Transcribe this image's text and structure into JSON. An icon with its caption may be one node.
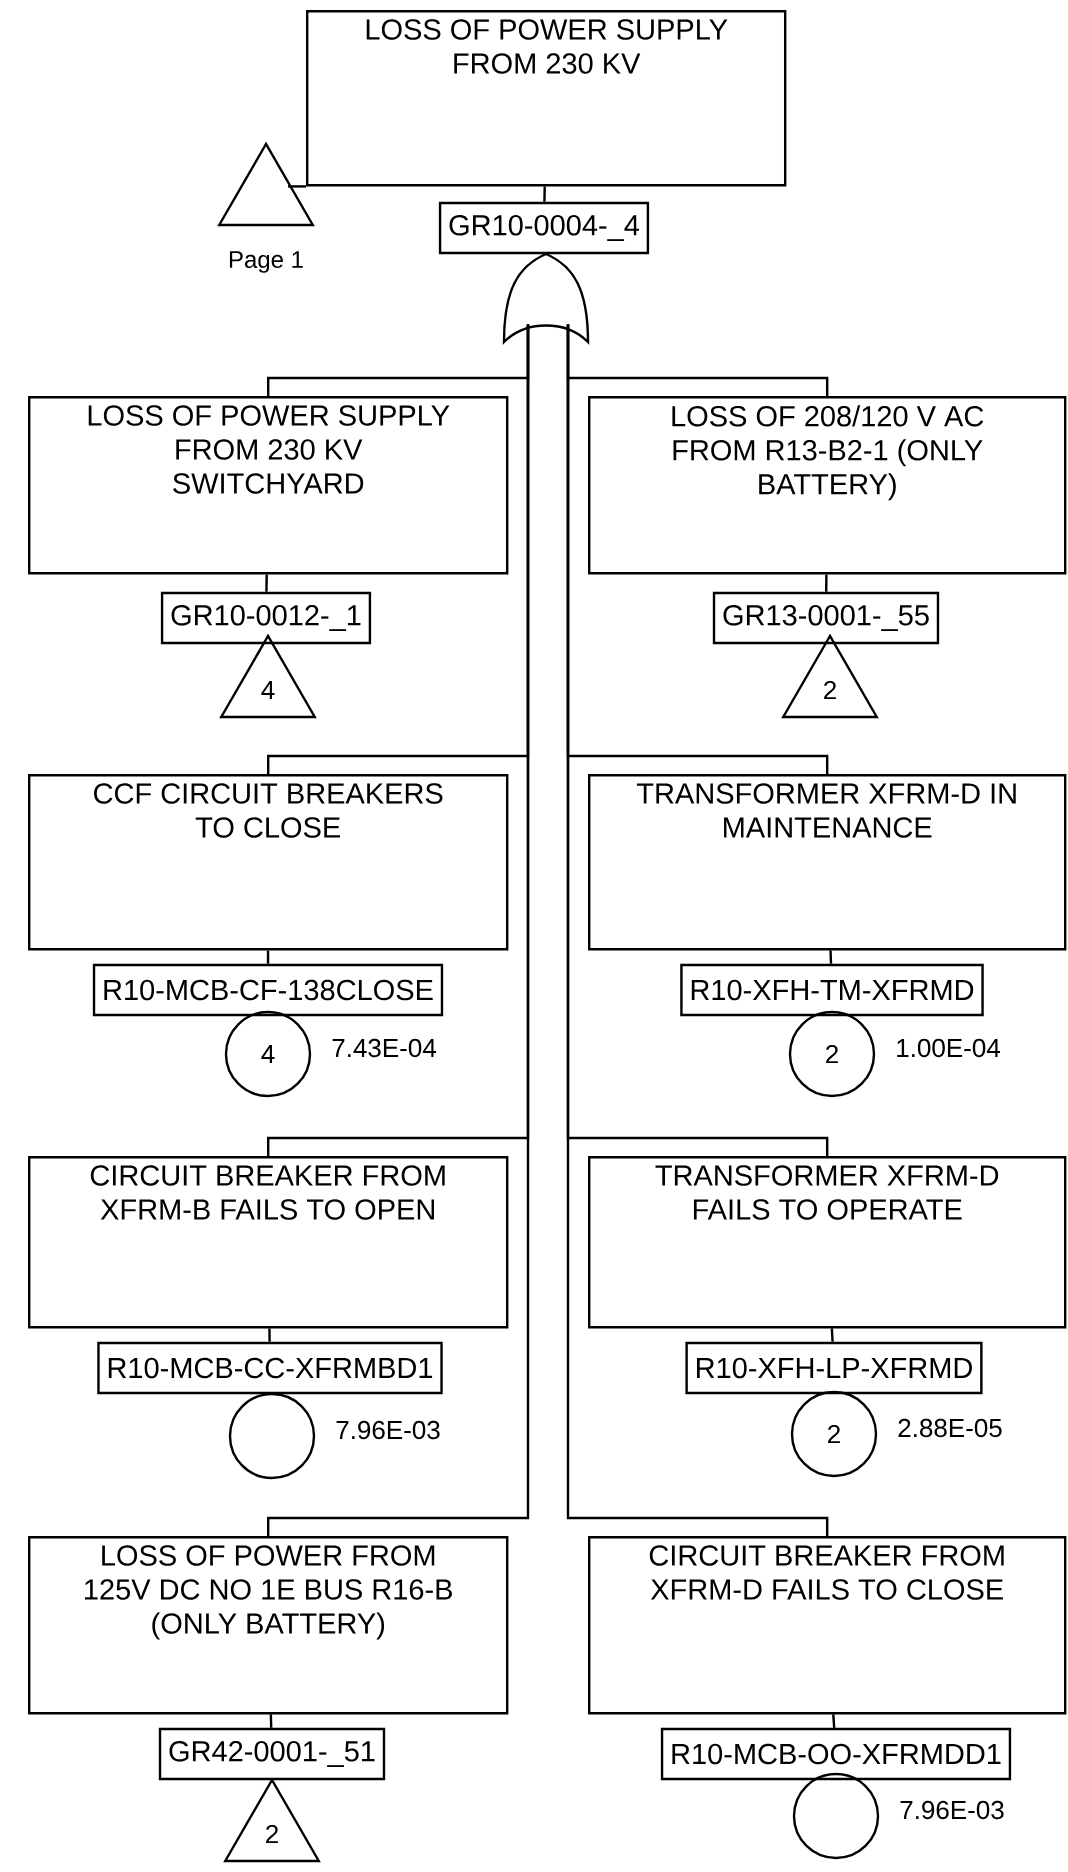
{
  "diagram": {
    "nodes": [
      {
        "text": [
          "LOSS OF POWER SUPPLY FROM 230 KV"
        ]
      },
      {
        "text": [],
        "shape": "triangle",
        "beside": [
          "Page 1"
        ]
      },
      {
        "text": [
          "GR10-0004-_4"
        ]
      },
      {
        "text": [],
        "shape": "gate"
      },
      {
        "text": [
          "LOSS OF POWER SUPPLY FROM 230 KV SWITCHYARD"
        ]
      },
      {
        "text": [
          "GR10-0012-_1"
        ]
      },
      {
        "text": [
          "4"
        ]
      },
      {
        "text": [
          "LOSS OF 208/120 V AC FROM R13-B2-1 (ONLY BATTERY)"
        ]
      },
      {
        "text": [
          "GR13-0001-_55"
        ]
      },
      {
        "text": [
          "2"
        ]
      },
      {
        "text": [
          "CCF CIRCUIT BREAKERS TO CLOSE"
        ]
      },
      {
        "text": [
          "R10-MCB-CF-138CLOSE"
        ]
      },
      {
        "text": [
          "4"
        ],
        "beside": [
          "7.43E-04"
        ]
      },
      {
        "text": [
          "TRANSFORMER XFRM-D IN MAINTENANCE"
        ]
      },
      {
        "text": [
          "R10-XFH-TM-XFRMD"
        ]
      },
      {
        "text": [
          "2"
        ],
        "beside": [
          "1.00E-04"
        ]
      },
      {
        "text": [
          "CIRCUIT BREAKER FROM XFRM-B FAILS TO OPEN"
        ]
      },
      {
        "text": [
          "R10-MCB-CC-XFRMBD1"
        ]
      },
      {
        "text": [],
        "shape": "circle",
        "beside": [
          "7.96E-03"
        ]
      },
      {
        "text": [
          "TRANSFORMER XFRM-D FAILS TO OPERATE"
        ]
      },
      {
        "text": [
          "R10-XFH-LP-XFRMD"
        ]
      },
      {
        "text": [
          "2"
        ],
        "beside": [
          "2.88E-05"
        ]
      },
      {
        "text": [
          "LOSS OF POWER FROM 125V DC NO 1E BUS R16-B (ONLY BATTERY)"
        ]
      },
      {
        "text": [
          "GR42-0001-_51"
        ]
      },
      {
        "text": [
          "2"
        ]
      },
      {
        "text": [
          "CIRCUIT BREAKER FROM XFRM-D FAILS TO CLOSE"
        ]
      },
      {
        "text": [
          "R10-MCB-OO-XFRMDD1"
        ]
      },
      {
        "text": [],
        "shape": "circle",
        "beside": [
          "7.96E-03"
        ]
      }
    ],
    "edges": [
      {
        "from": 1,
        "to": 0,
        "arrow": "none"
      },
      {
        "from": 0,
        "to": 2,
        "arrow": "none"
      },
      {
        "from": 3,
        "to": 4,
        "arrow": "none"
      },
      {
        "from": 3,
        "to": 7,
        "arrow": "none"
      },
      {
        "from": 3,
        "to": 10,
        "arrow": "none"
      },
      {
        "from": 3,
        "to": 13,
        "arrow": "none"
      },
      {
        "from": 3,
        "to": 16,
        "arrow": "none"
      },
      {
        "from": 3,
        "to": 19,
        "arrow": "none"
      },
      {
        "from": 3,
        "to": 22,
        "arrow": "none"
      },
      {
        "from": 3,
        "to": 25,
        "arrow": "none"
      },
      {
        "from": 4,
        "to": 5,
        "arrow": "none"
      },
      {
        "from": 7,
        "to": 8,
        "arrow": "none"
      },
      {
        "from": 10,
        "to": 11,
        "arrow": "none"
      },
      {
        "from": 13,
        "to": 14,
        "arrow": "none"
      },
      {
        "from": 16,
        "to": 17,
        "arrow": "none"
      },
      {
        "from": 19,
        "to": 20,
        "arrow": "none"
      },
      {
        "from": 22,
        "to": 23,
        "arrow": "none"
      },
      {
        "from": 25,
        "to": 26,
        "arrow": "none"
      }
    ]
  }
}
